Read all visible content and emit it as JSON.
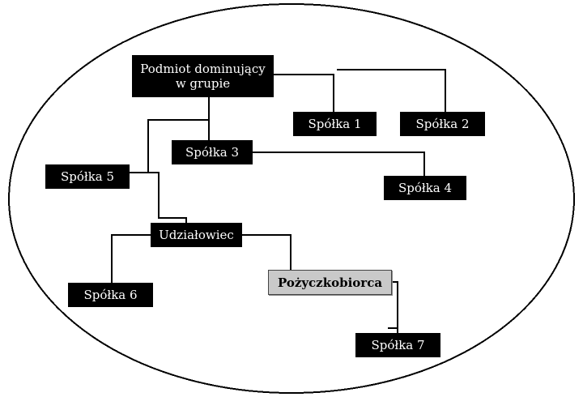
{
  "diagram": {
    "nodes": {
      "dominant": {
        "label": "Podmiot dominujący w grupie"
      },
      "spolka1": {
        "label": "Spółka 1"
      },
      "spolka2": {
        "label": "Spółka 2"
      },
      "spolka3": {
        "label": "Spółka 3"
      },
      "spolka4": {
        "label": "Spółka 4"
      },
      "spolka5": {
        "label": "Spółka 5"
      },
      "spolka6": {
        "label": "Spółka 6"
      },
      "spolka7": {
        "label": "Spółka 7"
      },
      "udzialowiec": {
        "label": "Udziałowiec"
      },
      "pozyczkobiorca": {
        "label": "Pożyczkobiorca"
      }
    },
    "edges": [
      {
        "from": "dominant",
        "to": "spolka1"
      },
      {
        "from": "dominant",
        "to": "spolka2"
      },
      {
        "from": "dominant",
        "to": "spolka3"
      },
      {
        "from": "dominant",
        "to": "spolka5"
      },
      {
        "from": "spolka3",
        "to": "spolka4"
      },
      {
        "from": "spolka5",
        "to": "udzialowiec"
      },
      {
        "from": "udzialowiec",
        "to": "spolka6"
      },
      {
        "from": "udzialowiec",
        "to": "pozyczkobiorca"
      },
      {
        "from": "pozyczkobiorca",
        "to": "spolka7"
      }
    ],
    "colors": {
      "node_bg": "#000000",
      "node_text": "#ffffff",
      "highlight_bg": "#c9c9c9",
      "highlight_text": "#000000",
      "line": "#000000",
      "background": "#ffffff"
    }
  }
}
